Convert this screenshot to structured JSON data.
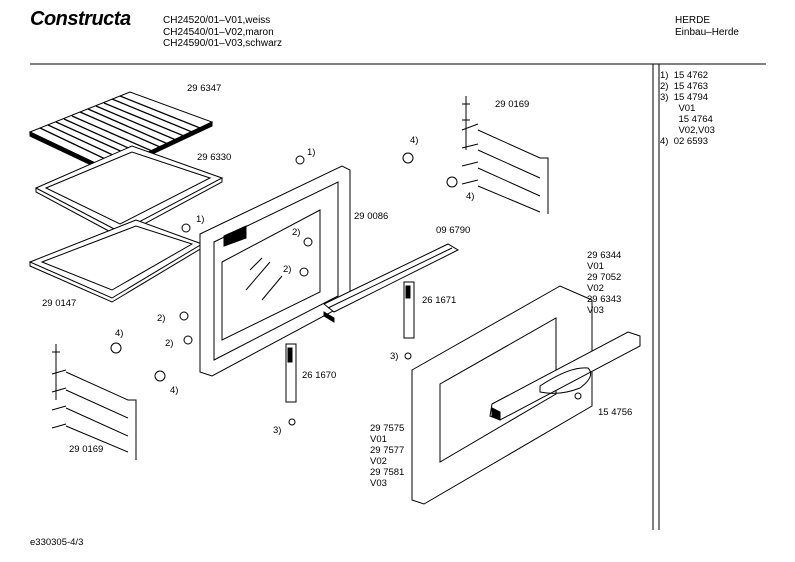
{
  "header": {
    "brand": "Constructa",
    "models": [
      "CH24520/01–V01,weiss",
      "CH24540/01–V02,maron",
      "CH24590/01–V03,schwarz"
    ],
    "category": "HERDE",
    "subcategory": "Einbau–Herde"
  },
  "legend": [
    "1)  15 4762",
    "2)  15 4763",
    "3)  15 4794",
    "       V01",
    "       15 4764",
    "       V02,V03",
    "4)  02 6593"
  ],
  "labels": {
    "p296347": "29 6347",
    "p296330": "29 6330",
    "p290147": "29 0147",
    "p290169_top": "29 0169",
    "p290169_bottom": "29 0169",
    "p290086": "29 0086",
    "p096790": "09 6790",
    "p261671": "26 1671",
    "p261670": "26 1670",
    "p154756": "15 4756",
    "door_right": [
      "29 6344",
      "V01",
      "29 7052",
      "V02",
      "29 6343",
      "V03"
    ],
    "door_left": [
      "29 7575",
      "V01",
      "29 7577",
      "V02",
      "29 7581",
      "V03"
    ],
    "ref1a": "1)",
    "ref1b": "1)",
    "ref2a": "2)",
    "ref2b": "2)",
    "ref2c": "2)",
    "ref2d": "2)",
    "ref3a": "3)",
    "ref3b": "3)",
    "ref4a": "4)",
    "ref4b": "4)",
    "ref4c": "4)",
    "ref4d": "4)"
  },
  "footer": "e330305-4/3"
}
